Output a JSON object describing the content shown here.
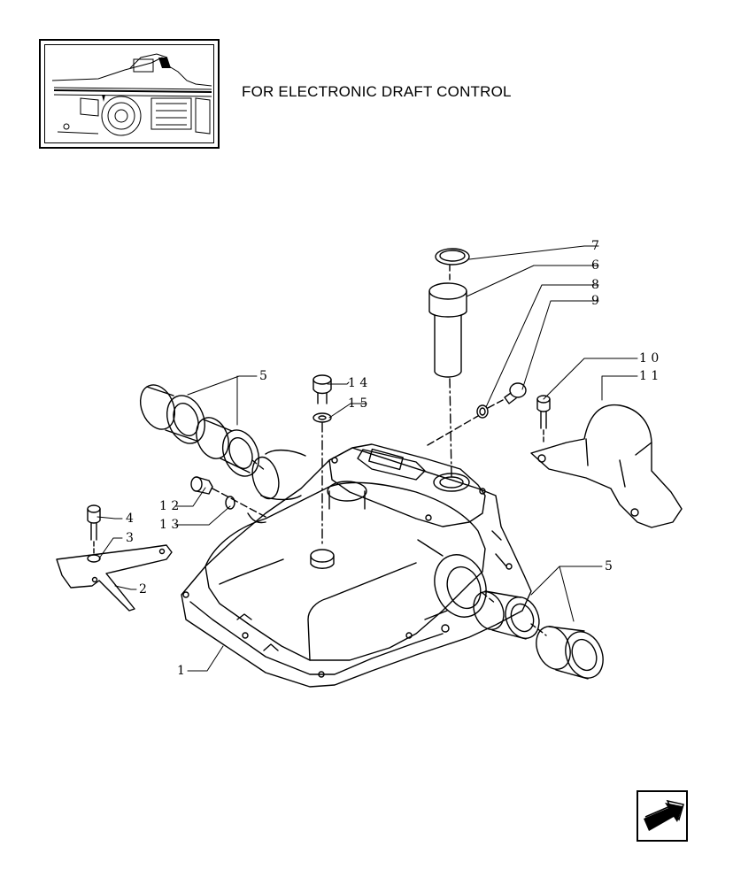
{
  "header": {
    "title": "FOR ELECTRONIC DRAFT CONTROL"
  },
  "thumbnail": {
    "icon": "tractor-location-thumbnail"
  },
  "callouts": {
    "c1": "1",
    "c2": "2",
    "c3": "3",
    "c4": "4",
    "c5a": "5",
    "c5b": "5",
    "c6": "6",
    "c7": "7",
    "c8": "8",
    "c9": "9",
    "c10": "1 0",
    "c11": "1 1",
    "c12": "1 2",
    "c13": "1 3",
    "c14": "1 4",
    "c15": "1 5"
  },
  "navigation": {
    "icon": "next-page-arrow-icon"
  },
  "colors": {
    "line": "#000000",
    "background": "#ffffff"
  }
}
